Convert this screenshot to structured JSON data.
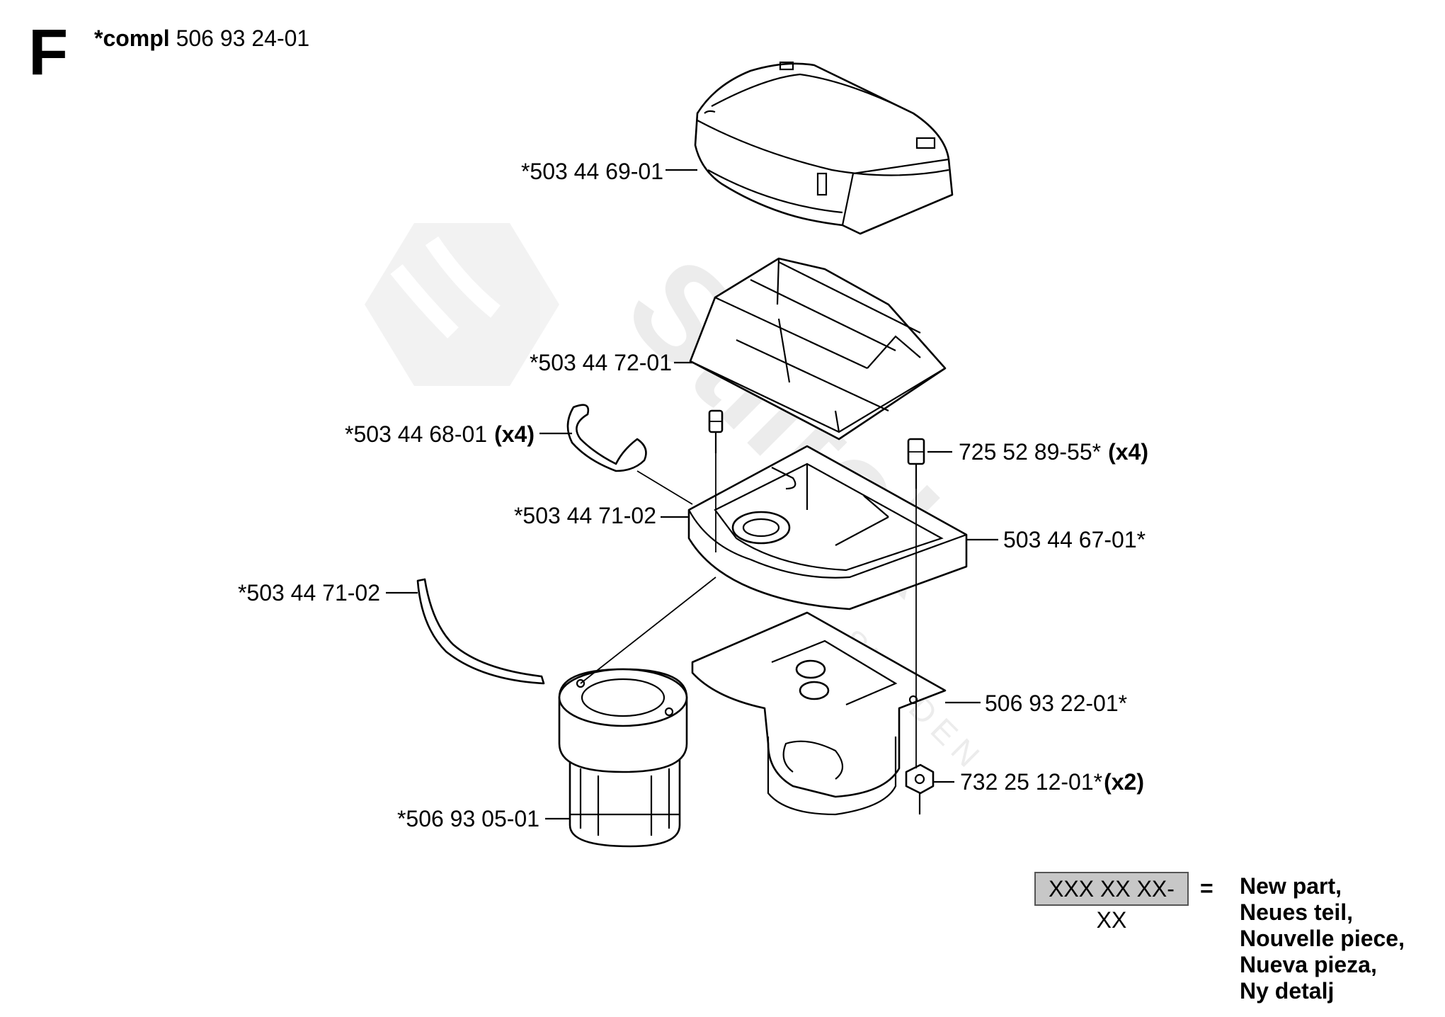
{
  "header": {
    "section_letter": "F",
    "compl_keyword": "*compl",
    "compl_number": "506 93 24-01"
  },
  "watermark": {
    "brand": "Stiltek",
    "sub": "SWEDEN"
  },
  "parts": [
    {
      "number": "*503 44 69-01",
      "qty": ""
    },
    {
      "number": "*503 44 72-01",
      "qty": ""
    },
    {
      "number": "*503 44 68-01",
      "qty": "(x4)"
    },
    {
      "number": "725 52 89-55*",
      "qty": "(x4)"
    },
    {
      "number": "*503 44 71-02",
      "qty": ""
    },
    {
      "number": "503 44 67-01*",
      "qty": ""
    },
    {
      "number": "*503 44 71-02",
      "qty": ""
    },
    {
      "number": "506 93 22-01*",
      "qty": ""
    },
    {
      "number": "732 25 12-01*",
      "qty": "(x2)"
    },
    {
      "number": "*506 93 05-01",
      "qty": ""
    }
  ],
  "legend": {
    "code": "XXX XX XX-XX",
    "equals": "=",
    "lines": [
      "New part,",
      "Neues teil,",
      "Nouvelle piece,",
      "Nueva pieza,",
      "Ny detalj"
    ]
  }
}
